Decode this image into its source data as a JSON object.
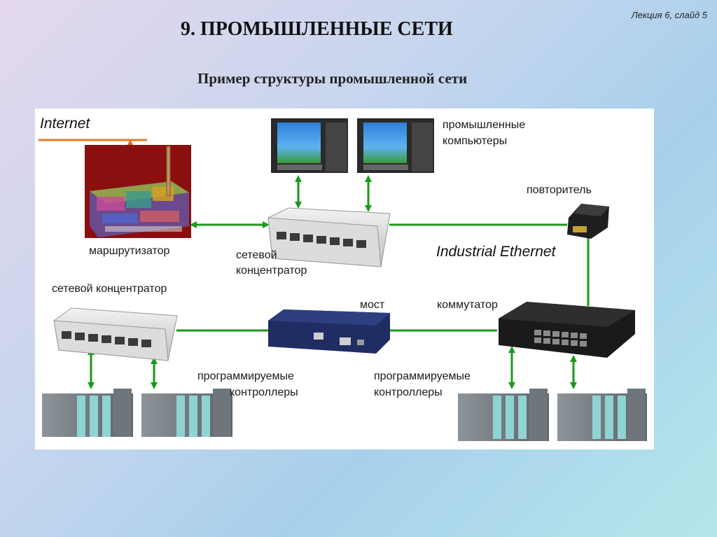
{
  "slide": {
    "note": "Лекция 6, слайд 5",
    "title": "9. ПРОМЫШЛЕННЫЕ СЕТИ",
    "subtitle": "Пример структуры промышленной сети"
  },
  "diagram": {
    "nodes": [
      {
        "key": "internet",
        "label": "Internet"
      },
      {
        "key": "router",
        "label": "маршрутизатор"
      },
      {
        "key": "hub_top_line1",
        "label": "сетевой"
      },
      {
        "key": "hub_top_line2",
        "label": "концентратор"
      },
      {
        "key": "pcs_line1",
        "label": "промышленные"
      },
      {
        "key": "pcs_line2",
        "label": "компьютеры"
      },
      {
        "key": "repeater",
        "label": "повторитель"
      },
      {
        "key": "industrial_ethernet",
        "label": "Industrial Ethernet"
      },
      {
        "key": "hub_bottom",
        "label": "сетевой концентратор"
      },
      {
        "key": "bridge",
        "label": "мост"
      },
      {
        "key": "switch",
        "label": "коммутатор"
      },
      {
        "key": "plc_left_line1",
        "label": "программируемые"
      },
      {
        "key": "plc_left_line2",
        "label": "контроллеры"
      },
      {
        "key": "plc_right_line1",
        "label": "программируемые"
      },
      {
        "key": "plc_right_line2",
        "label": "контроллеры"
      }
    ],
    "colors": {
      "link": "#1a9a1a",
      "internet_link": "#e36c18",
      "internet_underline": "#e07b2c"
    }
  }
}
